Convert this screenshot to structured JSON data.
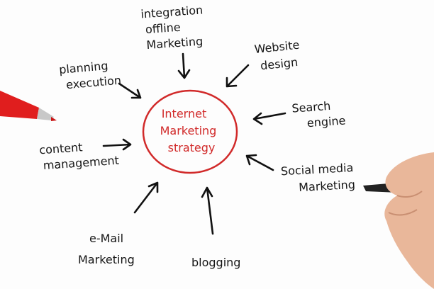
{
  "center": {
    "lines": [
      "Internet",
      "Marketing",
      "strategy"
    ]
  },
  "branches": {
    "integration": [
      "integration",
      "offline",
      "Marketing"
    ],
    "website": [
      "Website",
      "design"
    ],
    "planning": [
      "planning",
      "execution"
    ],
    "search": [
      "Search",
      "engine"
    ],
    "content": [
      "content",
      "management"
    ],
    "social": [
      "Social media",
      "Marketing"
    ],
    "email": [
      "e-Mail",
      "Marketing"
    ],
    "blogging": [
      "blogging"
    ]
  },
  "colors": {
    "ink": "#161616",
    "accent": "#d12a2a",
    "skin": "#e9b79a"
  }
}
